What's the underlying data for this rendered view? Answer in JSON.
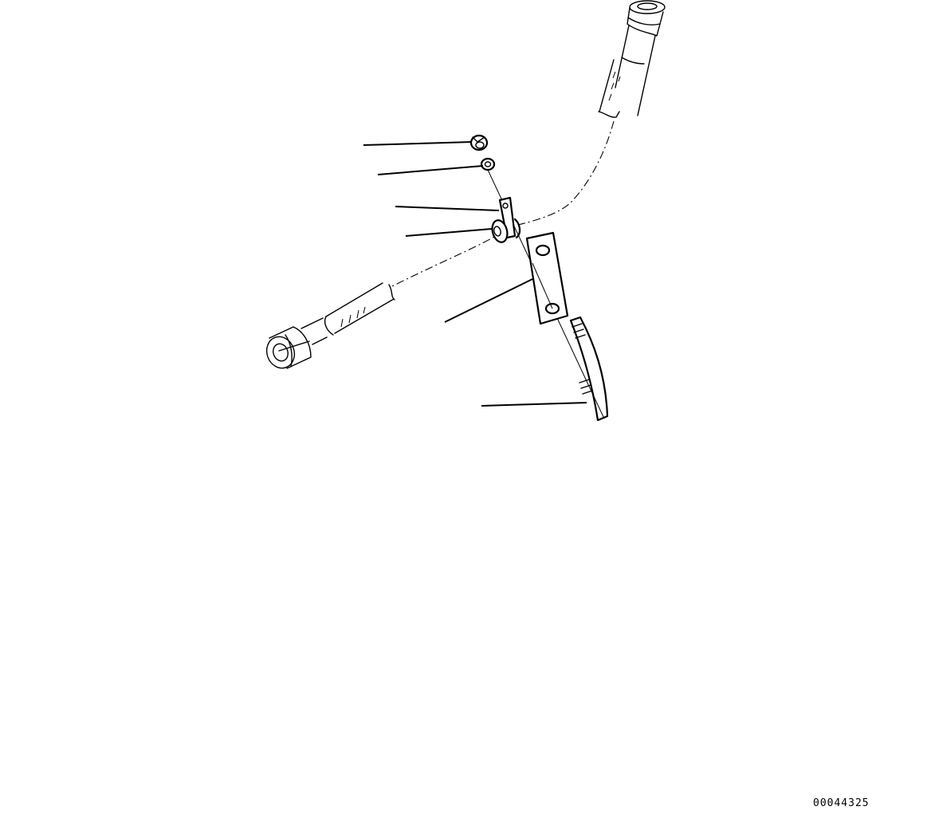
{
  "diagram": {
    "type": "exploded parts illustration",
    "drawing_number": "00044325",
    "parts": [
      {
        "id": "nut",
        "name": "Nut"
      },
      {
        "id": "washer",
        "name": "Washer"
      },
      {
        "id": "bracket",
        "name": "Bracket"
      },
      {
        "id": "clamp",
        "name": "Clamp"
      },
      {
        "id": "plate",
        "name": "Plate"
      },
      {
        "id": "hose-guard",
        "name": "Hose guard / spring"
      },
      {
        "id": "hose-upper",
        "name": "Hose (upper end)"
      },
      {
        "id": "hose-lower",
        "name": "Hose (lower end)"
      }
    ],
    "leader_lines_count": 6,
    "colors": {
      "line": "#000000",
      "background": "#ffffff"
    }
  }
}
